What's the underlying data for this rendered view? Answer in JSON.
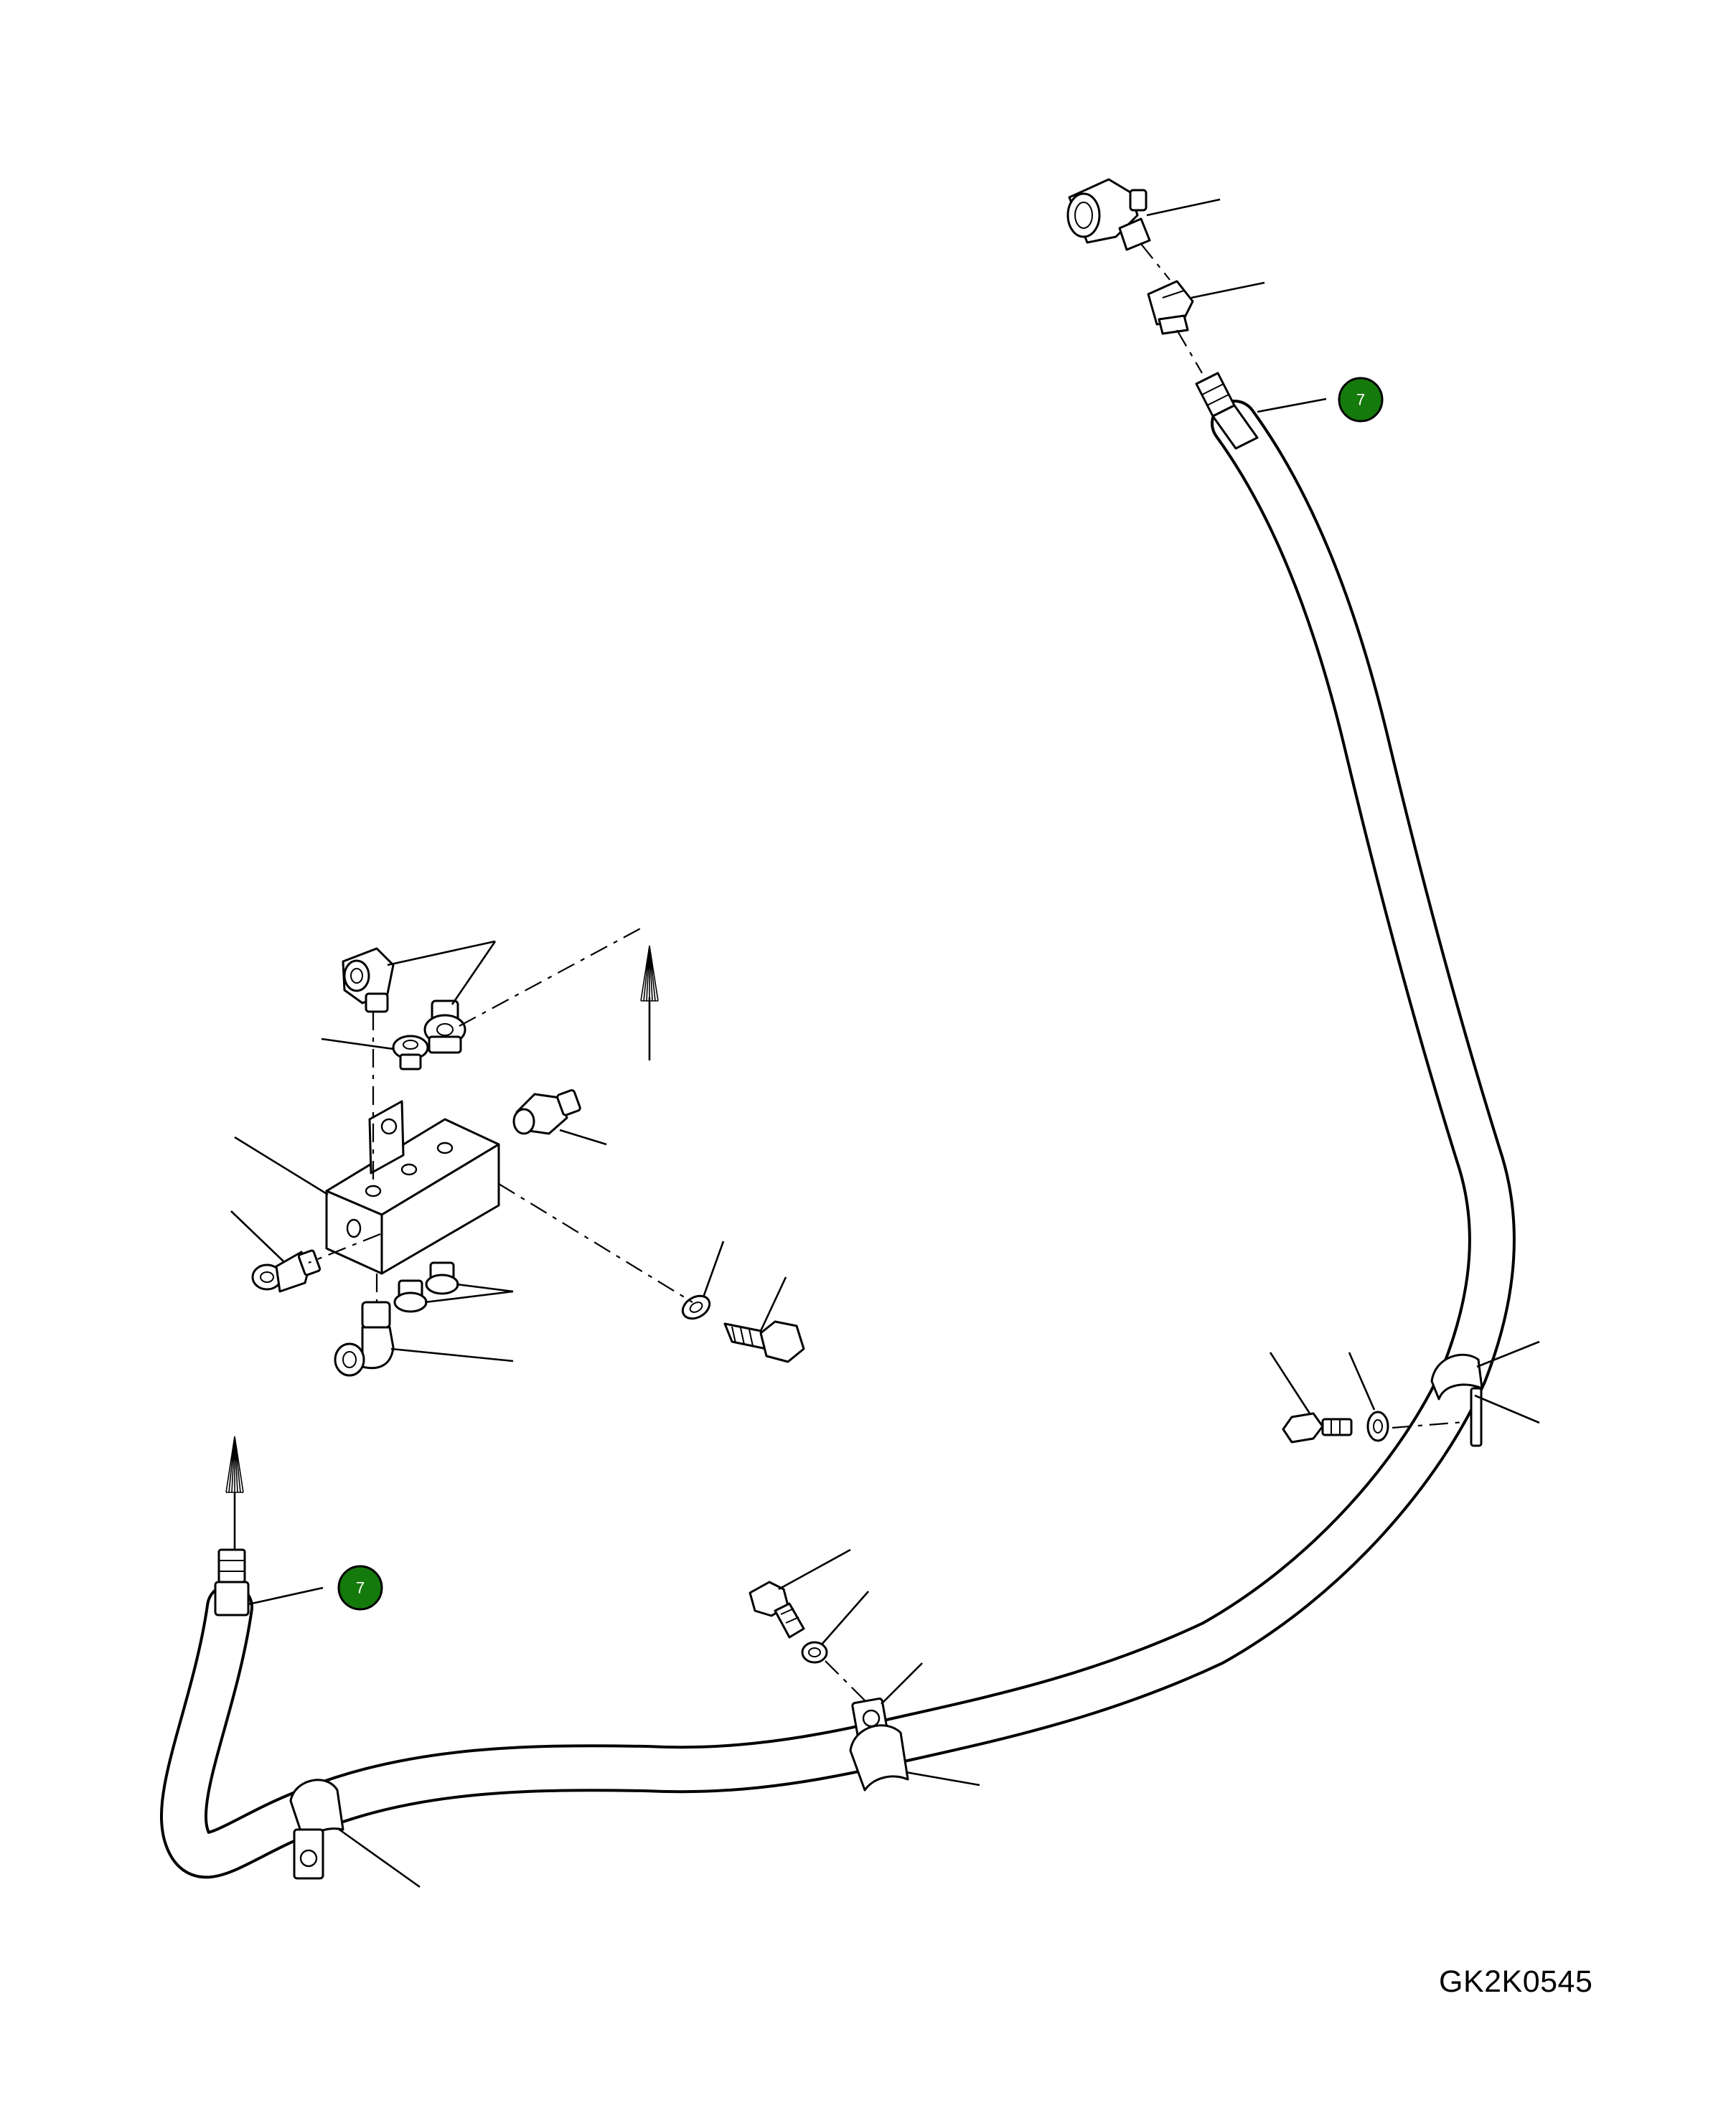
{
  "drawing": {
    "code": "GK2K0545",
    "accent_color": "#157a0c"
  },
  "callouts": [
    {
      "label": "7",
      "target": "upper-hose-end"
    },
    {
      "label": "7",
      "target": "lower-hose-end"
    }
  ]
}
